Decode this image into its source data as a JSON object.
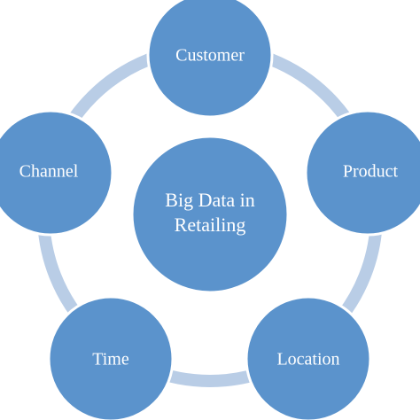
{
  "diagram": {
    "center_label_line1": "Big Data in",
    "center_label_line2": "Retailing",
    "nodes": [
      {
        "label": "Customer"
      },
      {
        "label": "Product"
      },
      {
        "label": "Location"
      },
      {
        "label": "Time"
      },
      {
        "label": "Channel"
      }
    ]
  },
  "colors": {
    "node_fill": "#5b93cc",
    "node_stroke": "#ffffff",
    "ring": "#b9cde6",
    "text": "#ffffff"
  }
}
